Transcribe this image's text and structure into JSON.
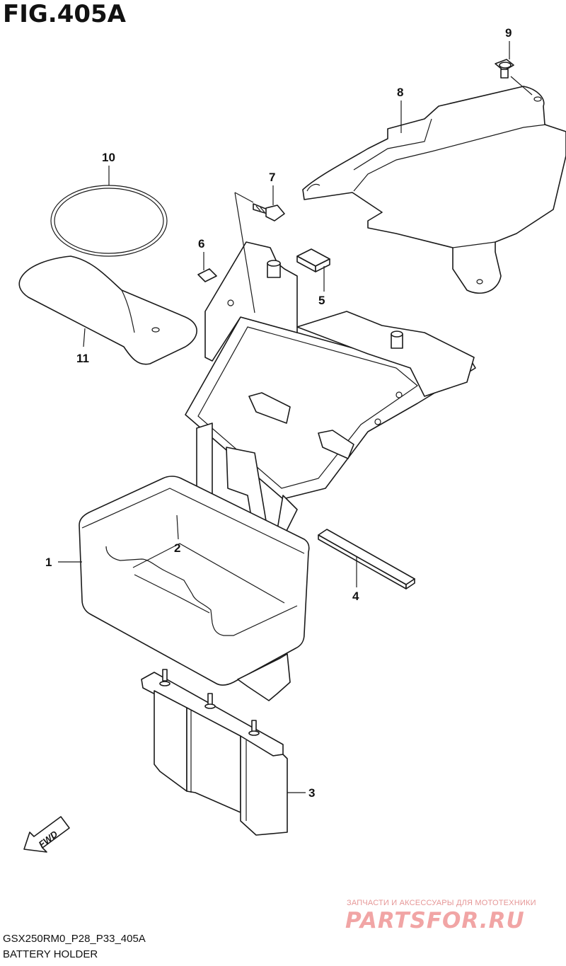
{
  "figure": {
    "title": "FIG.405A"
  },
  "callouts": [
    {
      "id": "1",
      "label": "1"
    },
    {
      "id": "2",
      "label": "2"
    },
    {
      "id": "3",
      "label": "3"
    },
    {
      "id": "4",
      "label": "4"
    },
    {
      "id": "5",
      "label": "5"
    },
    {
      "id": "6",
      "label": "6"
    },
    {
      "id": "7",
      "label": "7"
    },
    {
      "id": "8",
      "label": "8"
    },
    {
      "id": "9",
      "label": "9"
    },
    {
      "id": "10",
      "label": "10"
    },
    {
      "id": "11",
      "label": "11"
    }
  ],
  "direction": {
    "label": "FWD"
  },
  "footer": {
    "code": "GSX250RM0_P28_P33_405A",
    "caption": "BATTERY HOLDER"
  },
  "watermark": {
    "subtitle": "ЗАПЧАСТИ И АКСЕССУАРЫ ДЛЯ МОТОТЕХНИКИ",
    "logo": "PARTSFOR.RU"
  }
}
